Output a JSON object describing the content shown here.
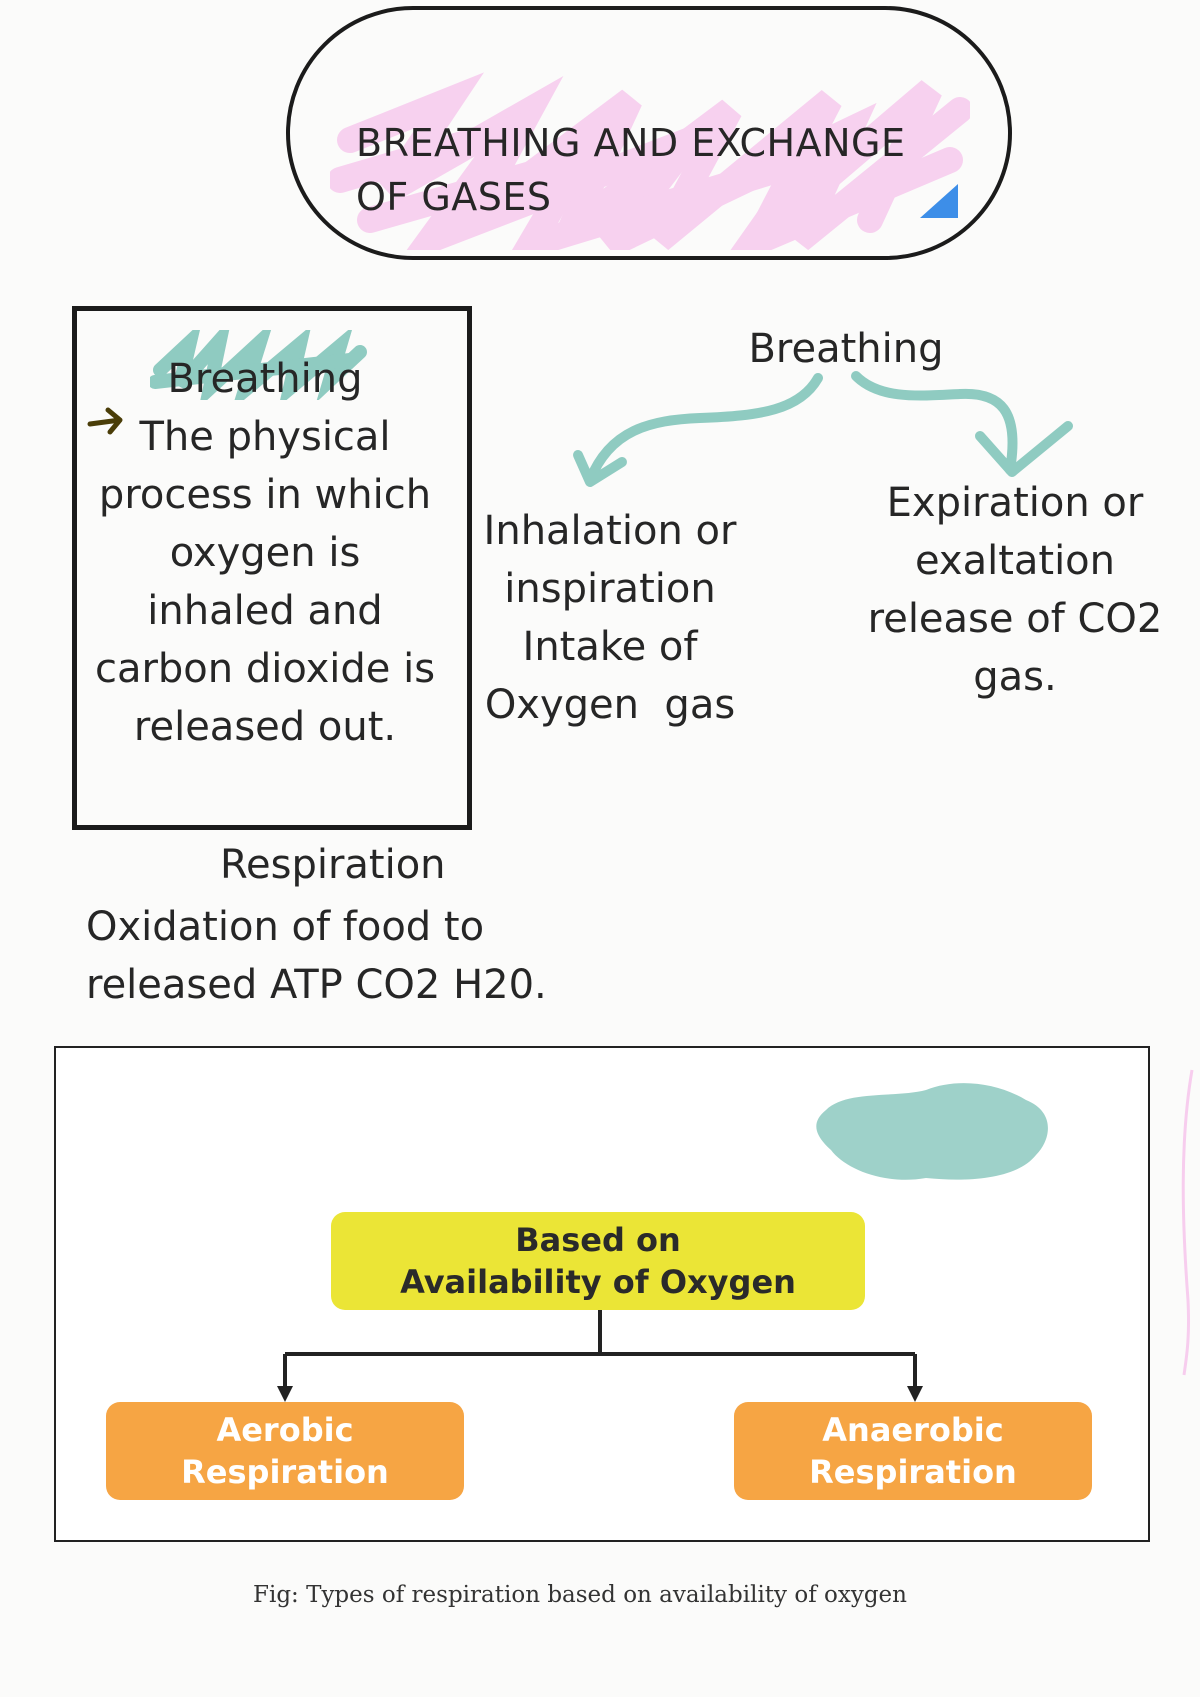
{
  "title": {
    "line1": "BREATHING AND EXCHANGE",
    "line2": "OF GASES"
  },
  "definition_box": {
    "heading": "Breathing",
    "lines": [
      "The physical",
      "process in which",
      "oxygen is",
      "inhaled and",
      "carbon dioxide is",
      "released out."
    ]
  },
  "breathing_branch": {
    "heading": "Breathing",
    "inhalation": [
      "Inhalation or",
      "inspiration",
      "Intake of",
      "Oxygen  gas"
    ],
    "expiration": [
      "Expiration or",
      "exaltation",
      "release of CO2",
      "gas."
    ]
  },
  "respiration": {
    "title": "Respiration",
    "lines": [
      "Oxidation of food to",
      "released ATP CO2 H20."
    ]
  },
  "figure": {
    "root": [
      "Based on",
      "Availability of Oxygen"
    ],
    "left": [
      "Aerobic",
      "Respiration"
    ],
    "right": [
      "Anaerobic",
      "Respiration"
    ],
    "caption": "Fig: Types of respiration based on availability of oxygen"
  },
  "colors": {
    "highlight_pink": "#f7cdee",
    "highlight_teal": "#8fcbc1",
    "yellow_box": "#ebe536",
    "orange_box": "#f6a544",
    "corner_blue": "#3d8ee8"
  }
}
